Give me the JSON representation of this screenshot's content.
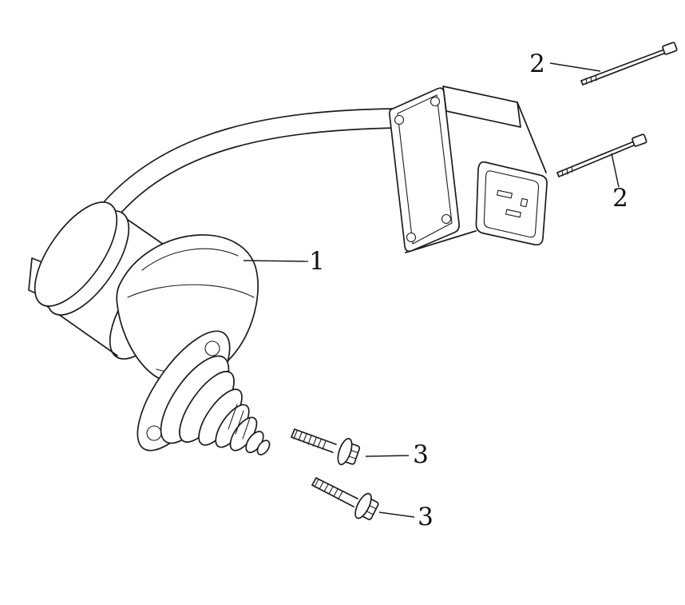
{
  "figure": {
    "background_color": "#ffffff",
    "line_color": "#1c1c1c",
    "callouts": [
      {
        "number": "1"
      },
      {
        "number": "2"
      },
      {
        "number": "2"
      },
      {
        "number": "3"
      },
      {
        "number": "3"
      }
    ]
  }
}
